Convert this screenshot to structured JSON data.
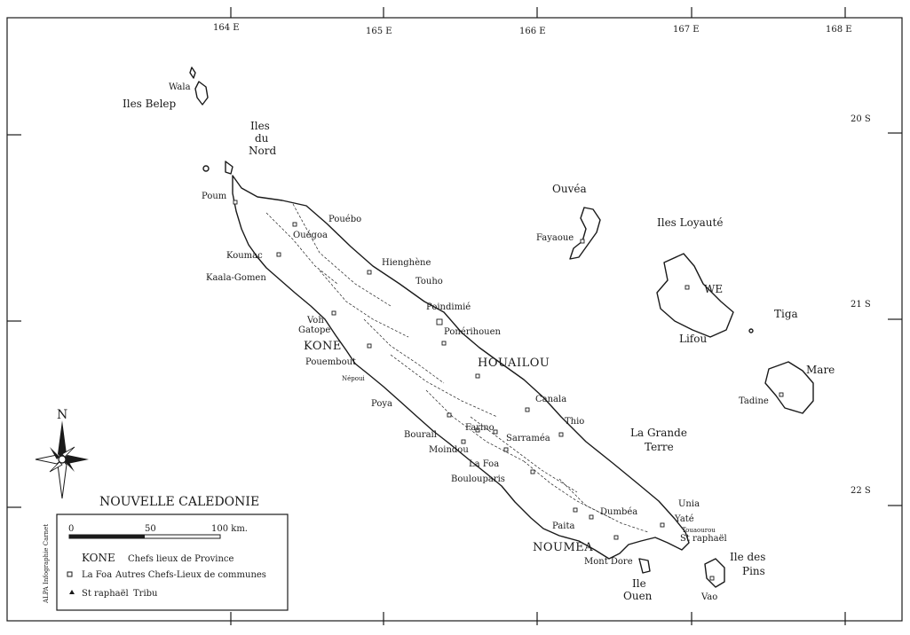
{
  "map": {
    "title": "NOUVELLE CALEDONIE",
    "credit": "ALPA Infographie Carnet",
    "longitudes": [
      "164  E",
      "165  E",
      "166  E",
      "167  E",
      "168  E"
    ],
    "latitudes": [
      "20  S",
      "21  S",
      "22  S"
    ],
    "north_label": "N",
    "scale": {
      "zero": "0",
      "mid": "50",
      "end": "100 km."
    },
    "legend": [
      {
        "symbol": "KONE",
        "text": "Chefs lieux de Province"
      },
      {
        "symbol": "La Foa",
        "text": "Autres Chefs-Lieux de communes"
      },
      {
        "symbol": "St raphaël",
        "text": "Tribu"
      }
    ],
    "regions": {
      "iles_belep": "Iles Belep",
      "wala": "Wala",
      "iles_du_nord_1": "Iles",
      "iles_du_nord_2": "du",
      "iles_du_nord_3": "Nord",
      "ouvea": "Ouvéa",
      "iles_loyaute": "Iles Loyauté",
      "tiga": "Tiga",
      "lifou": "Lifou",
      "we": "WE",
      "mare": "Mare",
      "la_grande_terre_1": "La Grande",
      "la_grande_terre_2": "Terre",
      "ile_des_pins_1": "Ile des",
      "ile_des_pins_2": "Pins",
      "ile_ouen_1": "Ile",
      "ile_ouen_2": "Ouen"
    },
    "places": {
      "poum": "Poum",
      "pouebo": "Pouébo",
      "ouegoa": "Ouégoa",
      "koumac": "Koumac",
      "kaala_gomen": "Kaala-Gomen",
      "hienghene": "Hienghène",
      "touho": "Touho",
      "poindimie": "Poindimié",
      "ponerihouen": "Ponérihouen",
      "voh": "Voh",
      "gatope": "Gatope",
      "kone": "KONE",
      "pouembout": "Pouembout",
      "nepoui": "Népoui",
      "houailou": "HOUAILOU",
      "canala": "Canala",
      "poya": "Poya",
      "thio": "Thio",
      "bourail": "Bourail",
      "farino": "Farino",
      "sarramea": "Sarraméa",
      "moindou": "Moindou",
      "la_foa": "La Foa",
      "boulouparis": "Boulouparis",
      "dumbea": "Dumbéa",
      "paita": "Paita",
      "noumea": "NOUMEA",
      "mont_dore": "Mont Dore",
      "unia": "Unia",
      "yate": "Yaté",
      "touaourou": "Touaourou",
      "st_raphael": "St raphaël",
      "vao": "Vao",
      "fayaoue": "Fayaoue",
      "tadine": "Tadine"
    }
  }
}
